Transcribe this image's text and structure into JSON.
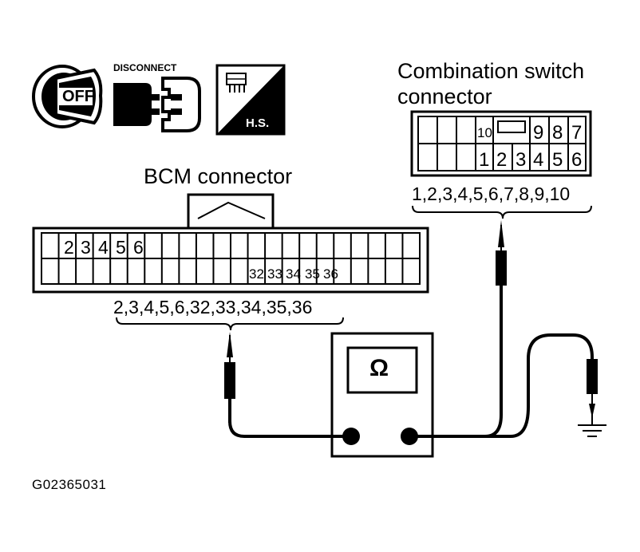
{
  "icons": {
    "ignition": {
      "label": "OFF",
      "icon": "ignition-key-off-icon"
    },
    "disconnect": {
      "label": "DISCONNECT",
      "icon": "connector-disconnect-icon"
    },
    "harness": {
      "label": "H.S.",
      "icon": "harness-side-icon"
    }
  },
  "combination_switch": {
    "title_line1": "Combination switch",
    "title_line2": "connector",
    "top_row": [
      "10",
      "",
      "9",
      "8",
      "7"
    ],
    "bottom_row": [
      "1",
      "2",
      "3",
      "4",
      "5",
      "6"
    ],
    "pin_list": "1,2,3,4,5,6,7,8,9,10"
  },
  "bcm": {
    "title": "BCM connector",
    "top_row": [
      "2",
      "3",
      "4",
      "5",
      "6"
    ],
    "bottom_row": [
      "32",
      "33",
      "34",
      "35",
      "36"
    ],
    "pin_list": "2,3,4,5,6,32,33,34,35,36"
  },
  "meter": {
    "symbol": "Ω"
  },
  "figure_code": "G02365031"
}
